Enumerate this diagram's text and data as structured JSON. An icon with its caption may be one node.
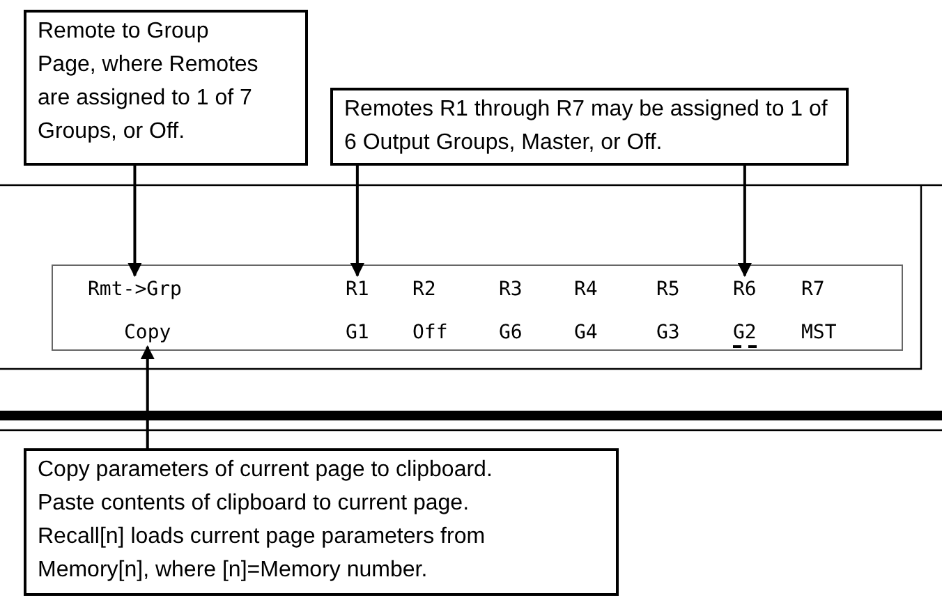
{
  "diagram": {
    "nodes": [
      {
        "text": [
          "Remote to Group Page, where Remotes are assigned to 1 of 7 Groups, or Off."
        ]
      },
      {
        "text": [
          "Remotes R1 through R7 may be assigned to 1 of 6 Output Groups, Master, or Off."
        ]
      },
      {
        "text": [],
        "shape": "box"
      },
      {
        "text": [
          "Rmt->Grp"
        ],
        "in": 2
      },
      {
        "text": [
          "R1"
        ],
        "in": 2
      },
      {
        "text": [
          "R2"
        ],
        "in": 2
      },
      {
        "text": [
          "R3"
        ],
        "in": 2
      },
      {
        "text": [
          "R4"
        ],
        "in": 2
      },
      {
        "text": [
          "R5"
        ],
        "in": 2
      },
      {
        "text": [
          "R6"
        ],
        "in": 2
      },
      {
        "text": [
          "R7"
        ],
        "in": 2
      },
      {
        "text": [
          "Copy"
        ],
        "in": 2
      },
      {
        "text": [
          "G1"
        ],
        "in": 2
      },
      {
        "text": [
          "Off"
        ],
        "in": 2
      },
      {
        "text": [
          "G6"
        ],
        "in": 2
      },
      {
        "text": [
          "G4"
        ],
        "in": 2
      },
      {
        "text": [
          "G3"
        ],
        "in": 2
      },
      {
        "text": [
          "G2"
        ],
        "in": 2
      },
      {
        "text": [
          "MST"
        ],
        "in": 2
      },
      {
        "text": [
          "Copy parameters of current page to clipboard.",
          "Paste contents of clipboard to current page.",
          "Recall[n] loads current page parameters from Memory[n], where [n]=Memory number."
        ]
      }
    ],
    "edges": [
      {
        "from": 0,
        "to": 3,
        "arrow": "to"
      },
      {
        "from": 1,
        "to": 4,
        "arrow": "to"
      },
      {
        "from": 1,
        "to": 9,
        "arrow": "to"
      },
      {
        "from": 19,
        "to": 11,
        "arrow": "to"
      }
    ]
  }
}
